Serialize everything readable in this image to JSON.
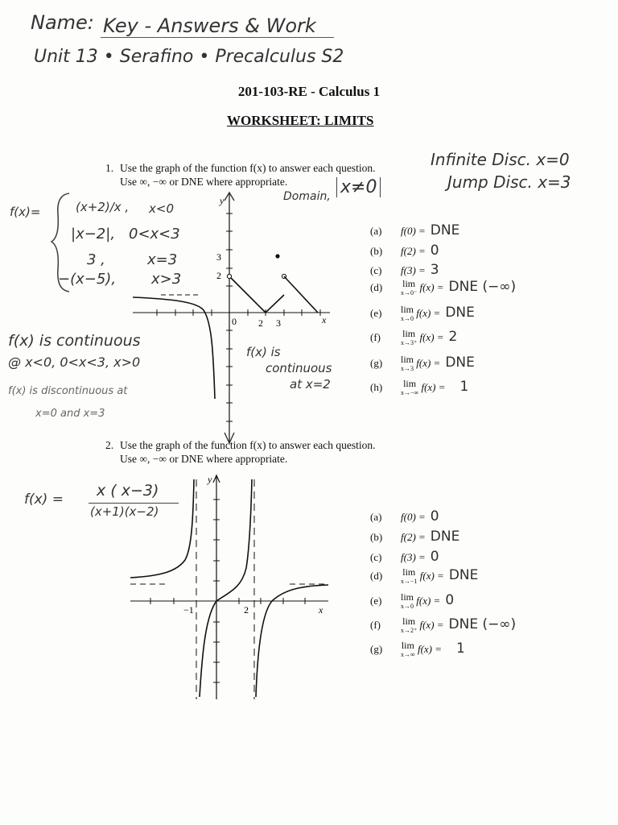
{
  "header": {
    "name_label": "Name:",
    "name_value": "Key - Answers & Work",
    "unit_line": "Unit 13 • Serafino • Precalculus S2"
  },
  "course_title": "201-103-RE - Calculus 1",
  "worksheet_title": "WORKSHEET: LIMITS",
  "q1": {
    "number": "1.",
    "text_line1": "Use the graph of the function f(x) to answer each question.",
    "text_line2": "Use ∞, −∞ or DNE where appropriate.",
    "handwritten_notes": {
      "discontinuity_1": "Infinite Disc. x=0",
      "discontinuity_2": "Jump Disc. x=3",
      "domain_label": "Domain,",
      "domain_value": "x≠0",
      "fx_label": "f(x)=",
      "piece1_expr": "(x+2)/x ,",
      "piece1_cond": "x<0",
      "piece2_expr": "|x−2|,",
      "piece2_cond": "0<x<3",
      "piece3_expr": "3 ,",
      "piece3_cond": "x=3",
      "piece4_expr": "−(x−5),",
      "piece4_cond": "x>3",
      "continuous_1": "f(x) is continuous",
      "continuous_2": "@ x<0, 0<x<3, x>0",
      "discontinuous_1": "f(x) is discontinuous at",
      "discontinuous_2": "x=0 and x=3",
      "continuous_at_1": "f(x) is",
      "continuous_at_2": "continuous",
      "continuous_at_3": "at x=2"
    },
    "graph": {
      "y_axis_label": "y",
      "x_axis_label": "x",
      "tick_3": "3",
      "tick_2": "2",
      "tick_0": "0",
      "xtick_2": "2",
      "xtick_3": "3"
    },
    "parts": [
      {
        "label": "(a)",
        "expr": "f(0) =",
        "answer": "DNE"
      },
      {
        "label": "(b)",
        "expr": "f(2) =",
        "answer": "0"
      },
      {
        "label": "(c)",
        "expr": "f(3) =",
        "answer": "3"
      },
      {
        "label": "(d)",
        "lim": "lim",
        "sub": "x→0⁻",
        "expr": "f(x) =",
        "answer": "DNE (−∞)"
      },
      {
        "label": "(e)",
        "lim": "lim",
        "sub": "x→0",
        "expr": "f(x) =",
        "answer": "DNE"
      },
      {
        "label": "(f)",
        "lim": "lim",
        "sub": "x→3⁺",
        "expr": "f(x) =",
        "answer": "2"
      },
      {
        "label": "(g)",
        "lim": "lim",
        "sub": "x→3",
        "expr": "f(x) =",
        "answer": "DNE"
      },
      {
        "label": "(h)",
        "lim": "lim",
        "sub": "x→−∞",
        "expr": "f(x) =",
        "answer": "1"
      }
    ]
  },
  "q2": {
    "number": "2.",
    "text_line1": "Use the graph of the function f(x) to answer each question.",
    "text_line2": "Use ∞, −∞ or DNE where appropriate.",
    "handwritten_notes": {
      "fx_label": "f(x) =",
      "numerator": "x ( x−3)",
      "denominator": "(x+1)(x−2)"
    },
    "graph": {
      "y_axis_label": "y",
      "x_axis_label": "x",
      "xtick_neg1": "−1",
      "xtick_2": "2"
    },
    "parts": [
      {
        "label": "(a)",
        "expr": "f(0) =",
        "answer": "0"
      },
      {
        "label": "(b)",
        "expr": "f(2) =",
        "answer": "DNE"
      },
      {
        "label": "(c)",
        "expr": "f(3) =",
        "answer": "0"
      },
      {
        "label": "(d)",
        "lim": "lim",
        "sub": "x→−1",
        "expr": "f(x) =",
        "answer": "DNE"
      },
      {
        "label": "(e)",
        "lim": "lim",
        "sub": "x→0",
        "expr": "f(x) =",
        "answer": "0"
      },
      {
        "label": "(f)",
        "lim": "lim",
        "sub": "x→2⁺",
        "expr": "f(x) =",
        "answer": "DNE (−∞)"
      },
      {
        "label": "(g)",
        "lim": "lim",
        "sub": "x→∞",
        "expr": "f(x) =",
        "answer": "1"
      }
    ]
  }
}
